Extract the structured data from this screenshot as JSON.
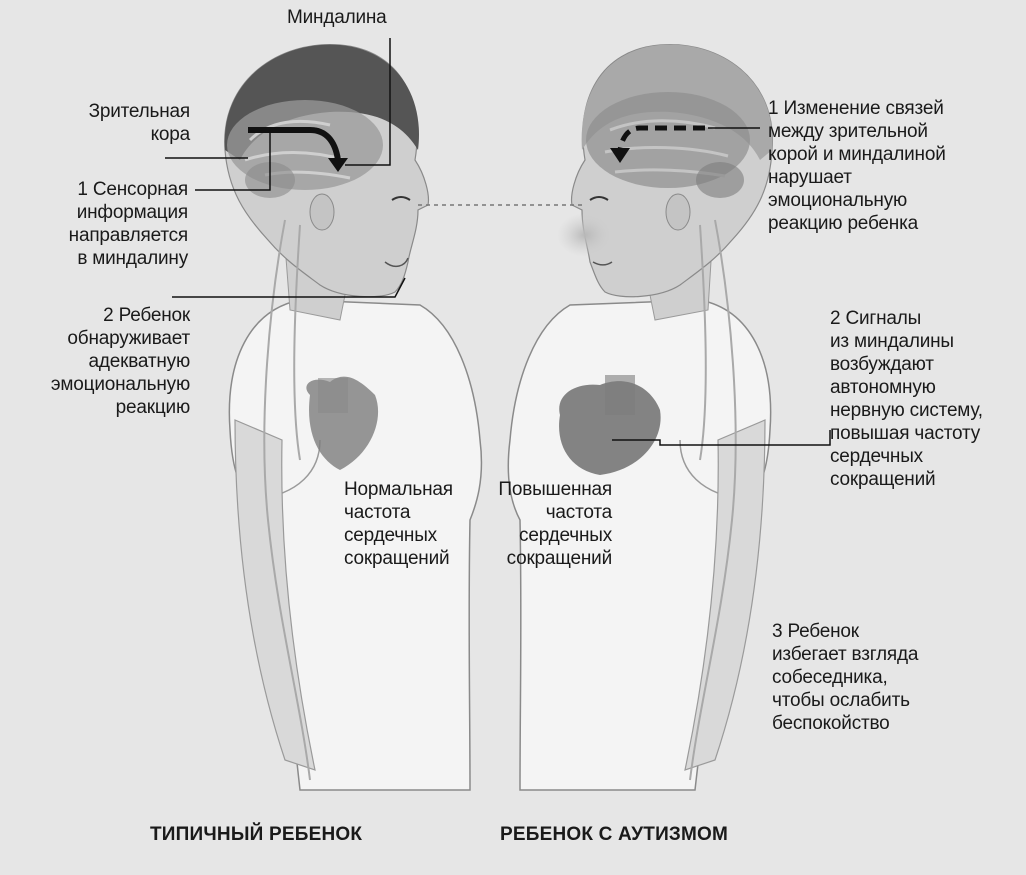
{
  "labels": {
    "amygdala": "Миндалина",
    "visual_cortex": "Зрительная\nкора",
    "left_1": "1 Сенсорная\nинформация\nнаправляется\nв миндалину",
    "left_2": "2 Ребенок\nобнаруживает\nадекватную\nэмоциональную\nреакцию",
    "left_heart": "Нормальная\nчастота\nсердечных\nсокращений",
    "right_heart": "Повышенная\nчастота\nсердечных\nсокращений",
    "right_1": "1 Изменение связей\nмежду зрительной\nкорой и миндалиной\nнарушает\nэмоциональную\nреакцию ребенка",
    "right_2": "2 Сигналы\nиз миндалины\nвозбуждают\nавтономную\nнервную систему,\nповышая частоту\nсердечных\nсокращений",
    "right_3": "3 Ребенок\nизбегает взгляда\nсобеседника,\nчтобы ослабить\nбеспокойство"
  },
  "captions": {
    "typical": "ТИПИЧНЫЙ РЕБЕНОК",
    "autism": "РЕБЕНОК С АУТИЗМОМ"
  },
  "colors": {
    "background": "#e6e6e6",
    "shirt": "#f4f4f4",
    "skin": "#cfcfcf",
    "hair_dark": "#555555",
    "hair_light": "#a9a9a9",
    "brain": "#9a9a9a",
    "heart": "#7d7d7d",
    "line": "#1a1a1a"
  }
}
